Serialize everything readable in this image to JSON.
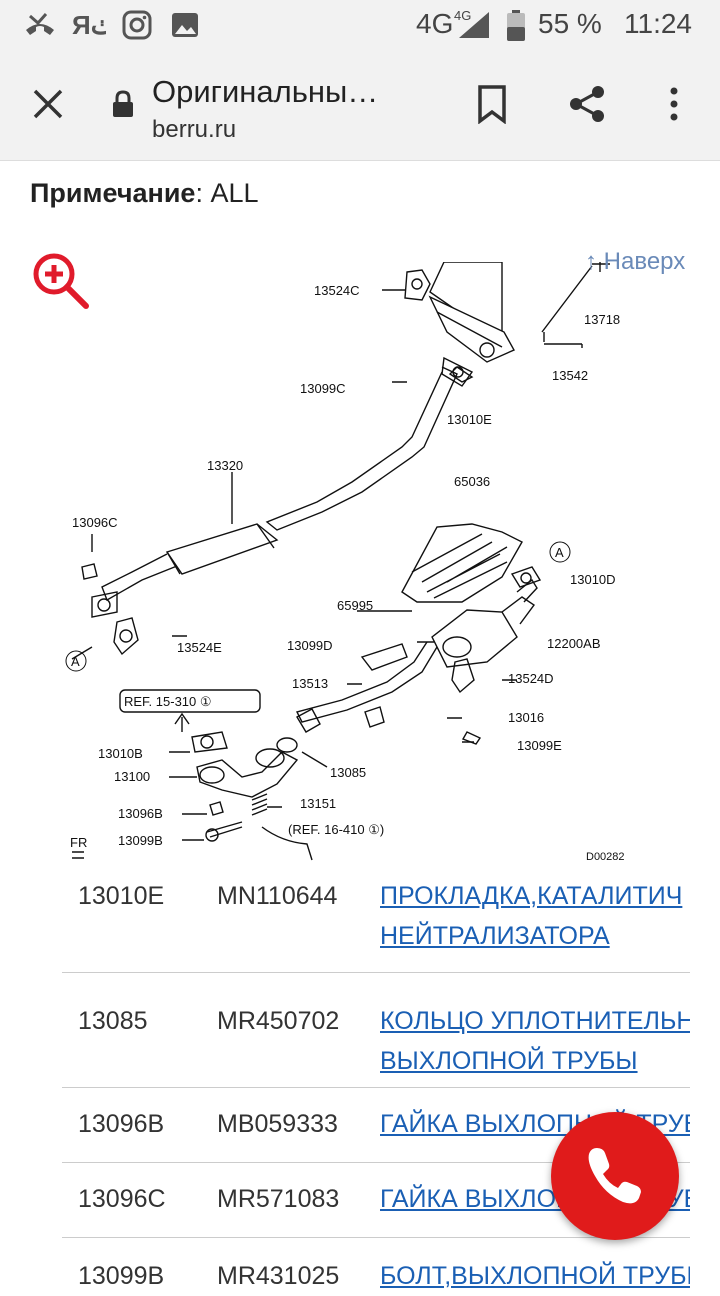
{
  "status_bar": {
    "network": "4G",
    "network_small": "4G",
    "battery": "55 %",
    "time": "11:24"
  },
  "browser": {
    "title": "Оригинальны…",
    "url": "berru.ru"
  },
  "note": {
    "label": "Примечание",
    "value": ": ALL"
  },
  "scroll_top": "↑ Наверх",
  "diagram": {
    "labels": [
      "13524C",
      "13718",
      "13542",
      "13099C",
      "13010E",
      "13320",
      "65036",
      "13096C",
      "65995",
      "13010D",
      "12200AB",
      "13099D",
      "13524E",
      "13513",
      "13524D",
      "13016",
      "13099E",
      "REF. 15-310",
      "13010B",
      "13100",
      "13085",
      "13151",
      "13096B",
      "13099B",
      "(REF. 16-410",
      "FR",
      "D00282",
      "A",
      "A"
    ]
  },
  "parts": [
    {
      "code": "13010E",
      "number": "MN110644",
      "name_line1": "ПРОКЛАДКА,КАТАЛИТИЧ",
      "name_line2": "НЕЙТРАЛИЗАТОРА"
    },
    {
      "code": "13085",
      "number": "MR450702",
      "name_line1": "КОЛЬЦО УПЛОТНИТЕЛЬН",
      "name_line2": "ВЫХЛОПНОЙ ТРУБЫ"
    },
    {
      "code": "13096B",
      "number": "MB059333",
      "name_line1": "ГАЙКА ВЫХЛОПНОЙ ТРУБ",
      "name_line2": ""
    },
    {
      "code": "13096C",
      "number": "MR571083",
      "name_line1": "ГАЙКА ВЫХЛОПНОЙ ТРУБ",
      "name_line2": ""
    },
    {
      "code": "13099B",
      "number": "MR431025",
      "name_line1": "БОЛТ,ВЫХЛОПНОЙ ТРУБЫ",
      "name_line2": ""
    }
  ],
  "colors": {
    "link": "#1a5fb4",
    "call": "#e01b1b",
    "zoom": "#e01b2b"
  }
}
